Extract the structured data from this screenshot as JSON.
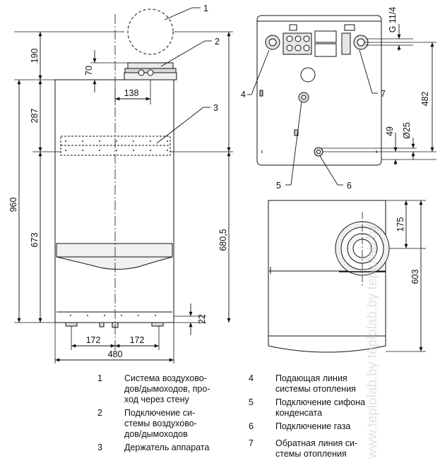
{
  "callouts": [
    "1",
    "2",
    "3",
    "4",
    "5",
    "6",
    "7"
  ],
  "front_dims": {
    "d190": "190",
    "d70": "70",
    "d287": "287",
    "d960": "960",
    "d673": "673",
    "d680_5": "680,5",
    "d138": "138",
    "d22": "22",
    "d172_left": "172",
    "d172_right": "172",
    "d480": "480"
  },
  "top_dims": {
    "thread": "G 11/4",
    "d482": "482",
    "d25": "Ø25",
    "d49": "49"
  },
  "bottom_dims": {
    "d175": "175",
    "d603": "603"
  },
  "legend": [
    {
      "num": "1",
      "text": "Система воздухово-\nдов/дымоходов, про-\nход через стену"
    },
    {
      "num": "2",
      "text": "Подключение си-\nстемы воздухово-\nдов/дымоходов"
    },
    {
      "num": "3",
      "text": "Держатель аппарата"
    },
    {
      "num": "4",
      "text": "Подающая линия\nсистемы отопления"
    },
    {
      "num": "5",
      "text": "Подключение сифона\nконденсата"
    },
    {
      "num": "6",
      "text": "Подключение газа"
    },
    {
      "num": "7",
      "text": "Обратная линия си-\nстемы отопления"
    }
  ],
  "watermark": "www.teplolab.by teplolab.by teplolab.by"
}
